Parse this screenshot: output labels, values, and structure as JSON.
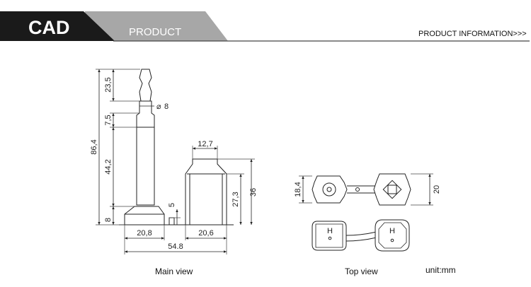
{
  "header": {
    "brand": "CAD",
    "section": "PRODUCT",
    "info": "PRODUCT INFORMATION>>>",
    "colors": {
      "dark": "#1a1a1a",
      "grey": "#a7a7a7",
      "line": "#444444"
    }
  },
  "main_view": {
    "caption": "Main view",
    "dims": {
      "total_height": "86,4",
      "tip_height": "23,5",
      "collar_height": "7,5",
      "shaft_height": "44,2",
      "base_height": "8",
      "diameter": "8",
      "gap": "5",
      "body_height_inner": "27,3",
      "body_height_outer": "36",
      "top_width": "12,7",
      "bolt_width": "20,8",
      "body_width": "20,6",
      "total_width": "54.8"
    }
  },
  "top_view": {
    "caption": "Top view",
    "dims": {
      "left_height": "18,4",
      "right_height": "20"
    },
    "marks": [
      "H",
      "H"
    ]
  },
  "unit": "unit:mm"
}
